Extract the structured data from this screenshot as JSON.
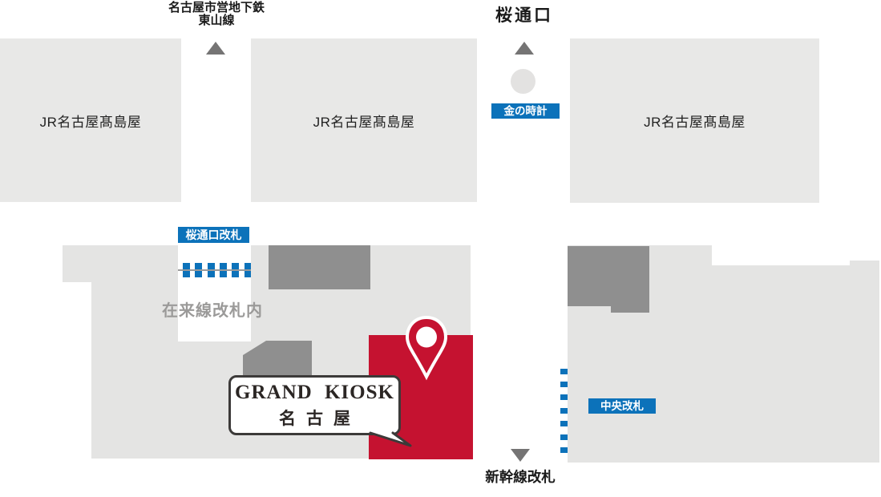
{
  "header": {
    "subway_line1": "名古屋市営地下鉄",
    "subway_line2": "東山線",
    "exit_title": "桜通口"
  },
  "jr_building": {
    "label": "JR名古屋髙島屋"
  },
  "landmarks": {
    "gold_clock_label": "金の時計",
    "sakura_gate_label": "桜通口改札",
    "conventional_area_label": "在来線改札内",
    "central_gate_label": "中央改札",
    "shinkansen_gate_label": "新幹線改札"
  },
  "shop": {
    "name_en": "GRAND KIOSK",
    "name_jp": "名古屋"
  },
  "icons": {
    "up_arrow": "direction up",
    "down_arrow": "direction down",
    "gold_clock": "gold clock landmark circle",
    "ticket_gate_bars": "ticket gate barrier",
    "map_pin": "shop location pin"
  },
  "colors": {
    "accent_blue": "#0c72ba",
    "brand_red": "#c51230",
    "floor_gray": "#e4e4e3",
    "jr_block_gray": "#e8e8e7",
    "structure_gray": "#8f8f8f",
    "arrow_gray": "#757474",
    "muted_text_gray": "#9b9a99"
  }
}
